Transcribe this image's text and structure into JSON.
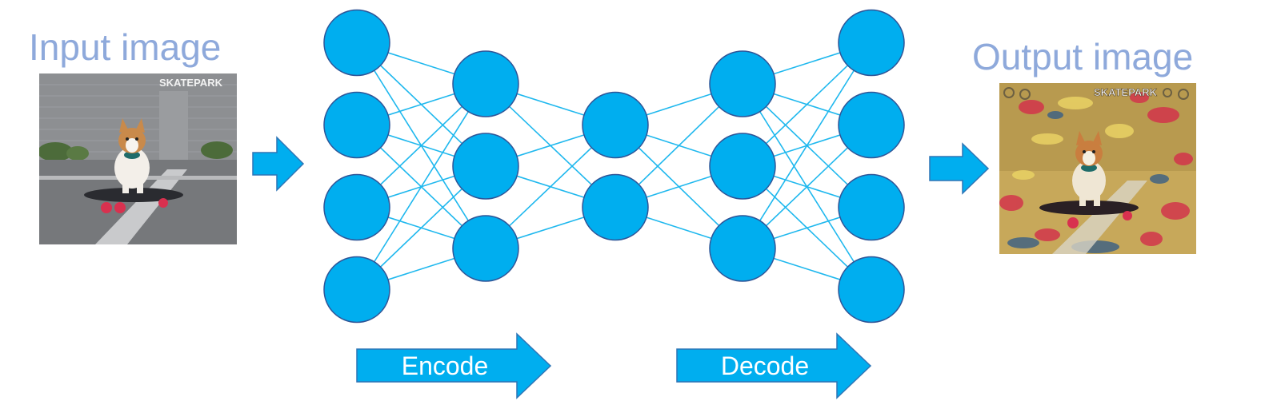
{
  "labels": {
    "input_title": "Input image",
    "output_title": "Output image",
    "encode": "Encode",
    "decode": "Decode"
  },
  "photo_signs": {
    "input": "SKATEPARK",
    "output": "SKATEPARK"
  },
  "network": {
    "layer_sizes": [
      4,
      3,
      2,
      3,
      4
    ],
    "connectivity": "fully-connected"
  },
  "colors": {
    "node_fill": "#00aeef",
    "node_stroke": "#2f5597",
    "edge": "#1fb8ee",
    "arrow_fill": "#00aeef",
    "arrow_stroke": "#2e75b6",
    "title_text": "#8ea9db"
  }
}
